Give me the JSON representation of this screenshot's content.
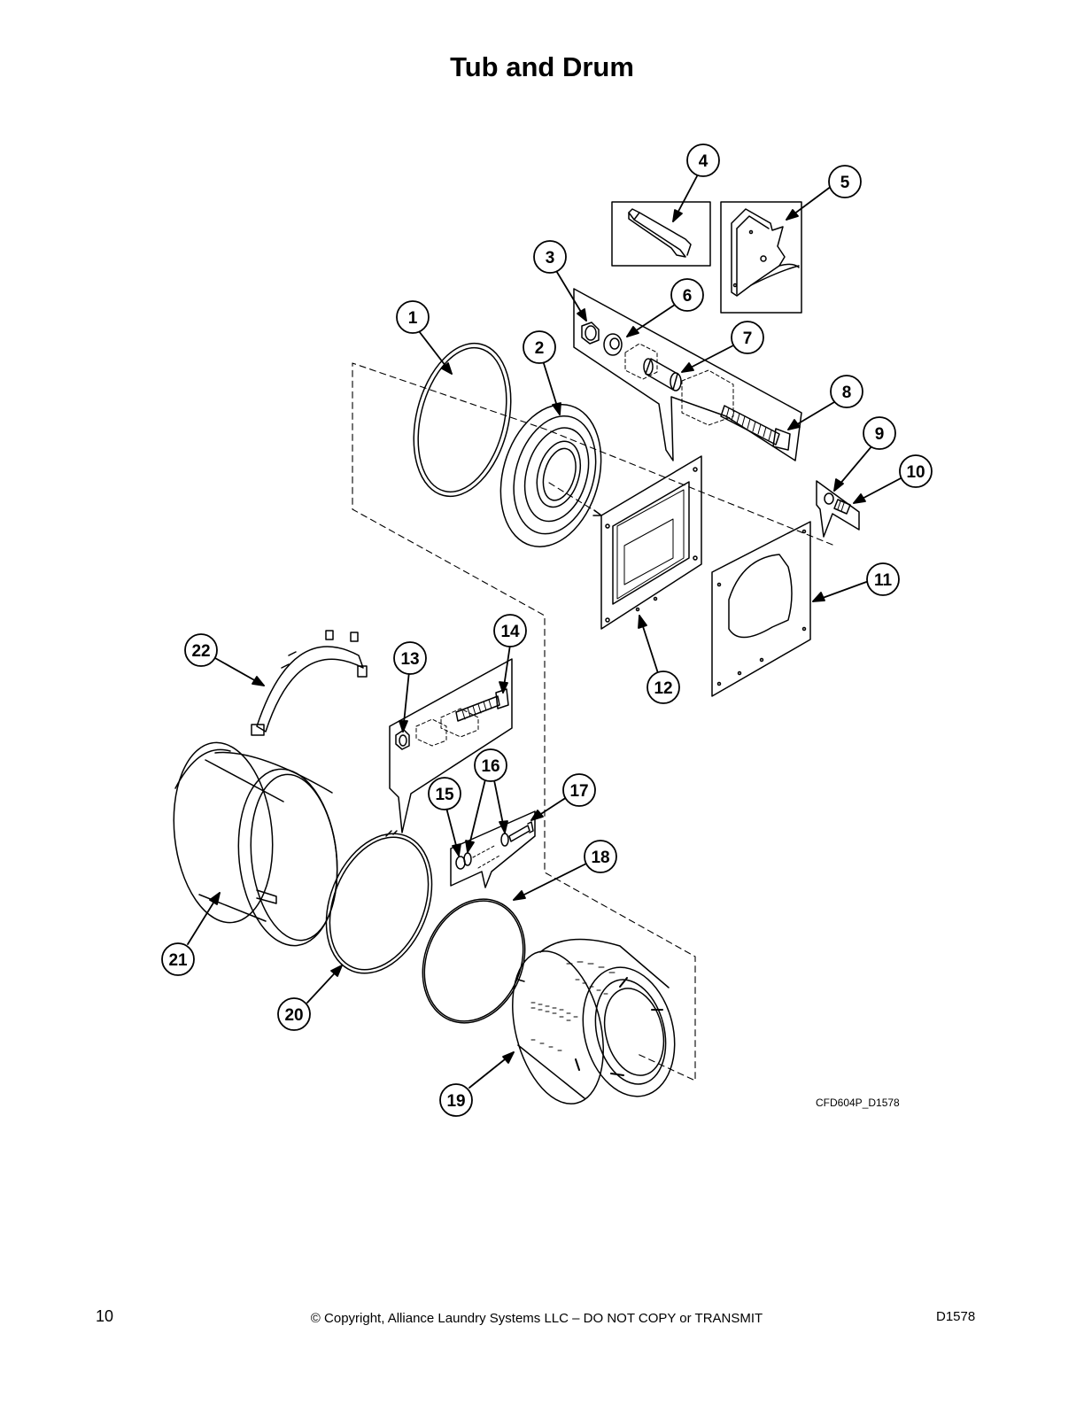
{
  "page": {
    "title": "Tub and Drum",
    "page_number": "10",
    "copyright": "© Copyright, Alliance Laundry Systems LLC – DO NOT COPY or TRANSMIT",
    "doc_code": "D1578",
    "drawing_id": "CFD604P_D1578"
  },
  "callouts": [
    "1",
    "2",
    "3",
    "4",
    "5",
    "6",
    "7",
    "8",
    "9",
    "10",
    "11",
    "12",
    "13",
    "14",
    "15",
    "16",
    "17",
    "18",
    "19",
    "20",
    "21",
    "22"
  ]
}
